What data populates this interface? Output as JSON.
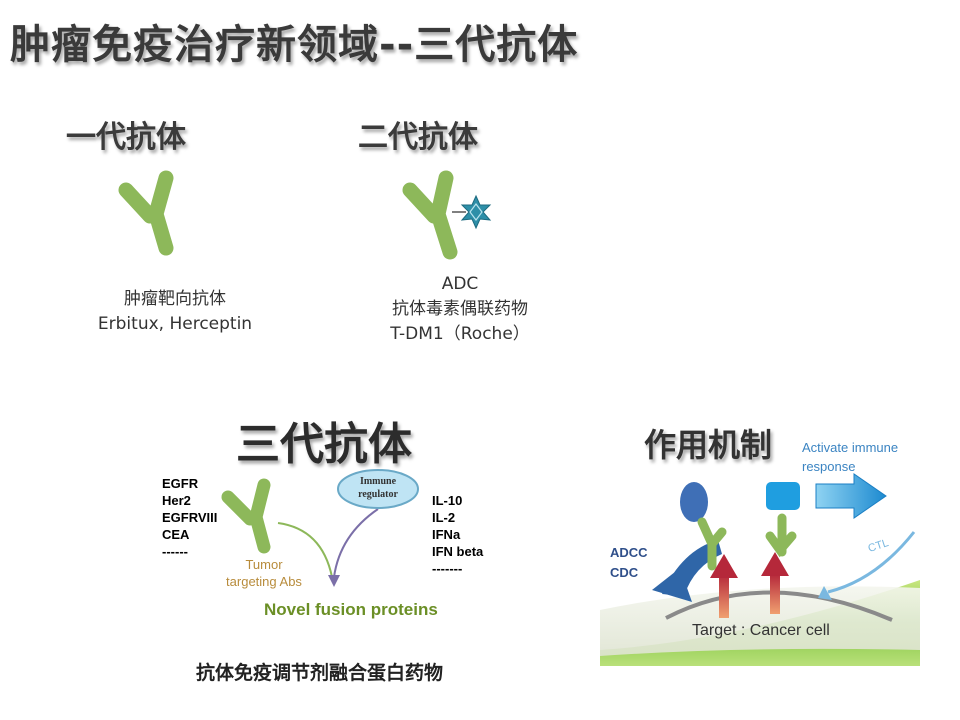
{
  "title": "肿瘤免疫治疗新领域--三代抗体",
  "gen1": {
    "heading": "一代抗体",
    "desc_line1": "肿瘤靶向抗体",
    "desc_line2": "Erbitux, Herceptin"
  },
  "gen2": {
    "heading": "二代抗体",
    "desc_line1": "ADC",
    "desc_line2": "抗体毒素偶联药物",
    "desc_line3": "T-DM1（Roche）"
  },
  "gen3": {
    "heading": "三代抗体",
    "targets": [
      "EGFR",
      "Her2",
      "EGFRVIII",
      "CEA",
      "------"
    ],
    "regulators": [
      "IL-10",
      "IL-2",
      "IFNa",
      "IFN beta",
      "-------"
    ],
    "immune_regulator_line1": "Immune",
    "immune_regulator_line2": "regulator",
    "tumor_abs_line1": "Tumor",
    "tumor_abs_line2": "targeting Abs",
    "fusion_label": "Novel fusion proteins",
    "caption": "抗体免疫调节剂融合蛋白药物"
  },
  "mechanism": {
    "heading": "作用机制",
    "activate_line1": "Activate immune",
    "activate_line2": "response",
    "ctl": "CTL",
    "adcc": "ADCC",
    "cdc": "CDC",
    "target": "Target : Cancer cell"
  },
  "colors": {
    "antibody_green": "#8db85a",
    "toxin_teal": "#2e8fa8",
    "fusion_green": "#6b8f26",
    "tumor_label": "#b88c3c",
    "activate_blue": "#3b84c2",
    "arrow_red": "#b5283a"
  }
}
